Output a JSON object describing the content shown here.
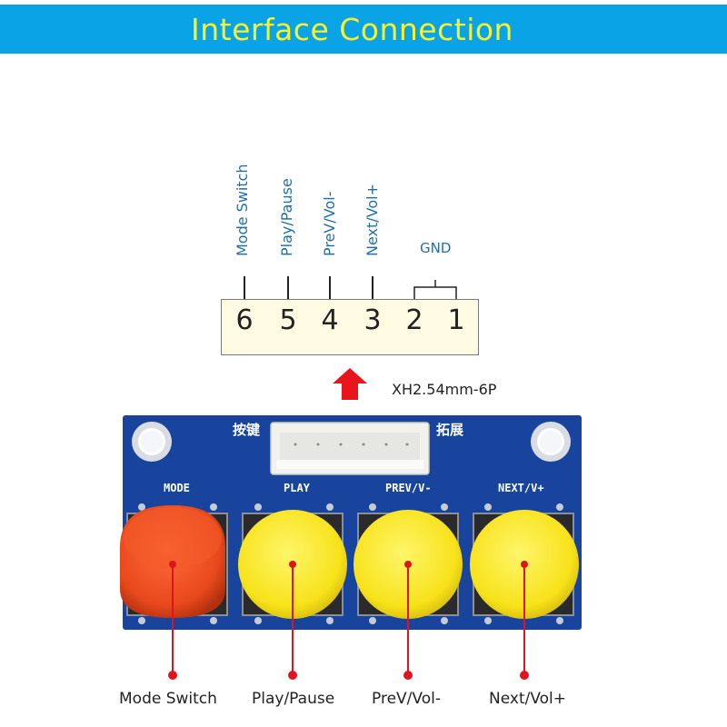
{
  "banner": {
    "title": "Interface  Connection"
  },
  "pinout": {
    "pins": [
      {
        "number": "6",
        "label": "Mode Switch"
      },
      {
        "number": "5",
        "label": "Play/Pause"
      },
      {
        "number": "4",
        "label": "PreV/Vol-"
      },
      {
        "number": "3",
        "label": "Next/Vol+"
      },
      {
        "number": "2",
        "label": ""
      },
      {
        "number": "1",
        "label": ""
      }
    ],
    "gnd_label": "GND",
    "connector_type": "XH2.54mm-6P"
  },
  "board": {
    "silk_left": "按键",
    "silk_right": "拓展",
    "buttons": [
      {
        "silk": "MODE",
        "color": "#e8491c",
        "caption": "Mode Switch"
      },
      {
        "silk": "PLAY",
        "color": "#f7e21a",
        "caption": "Play/Pause"
      },
      {
        "silk": "PREV/V-",
        "color": "#f7e21a",
        "caption": "PreV/Vol-"
      },
      {
        "silk": "NEXT/V+",
        "color": "#f7e21a",
        "caption": "Next/Vol+"
      }
    ]
  },
  "colors": {
    "banner_bg": "#0aa3e6",
    "banner_text": "#f7f230",
    "label_blue": "#1f6fa6",
    "pcb_blue": "#18449e",
    "pointer_red": "#e0141e"
  }
}
